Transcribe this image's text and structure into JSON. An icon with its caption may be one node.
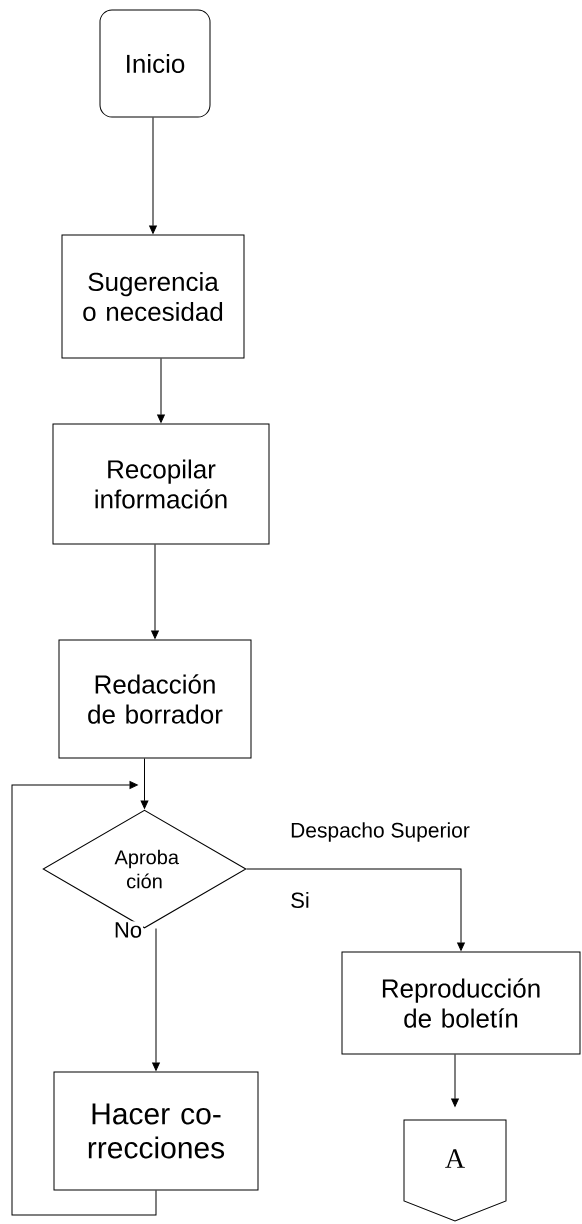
{
  "diagram": {
    "nodes": [
      {
        "text": [
          "Inicio"
        ]
      },
      {
        "text": [
          "Sugerencia o necesidad"
        ]
      },
      {
        "text": [
          "Recopilar información"
        ]
      },
      {
        "text": [
          "Redacción de borrador"
        ]
      },
      {
        "text": [
          "Aproba ción"
        ]
      },
      {
        "text": [
          "Hacer co- rrecciones"
        ]
      },
      {
        "text": [
          "Reproducción de boletín"
        ]
      },
      {
        "text": [
          "A"
        ]
      }
    ],
    "edges": [
      {
        "from": 0,
        "to": 1,
        "arrow": "to"
      },
      {
        "from": 1,
        "to": 2,
        "arrow": "to"
      },
      {
        "from": 2,
        "to": 3,
        "arrow": "to"
      },
      {
        "from": 3,
        "to": 4,
        "arrow": "to"
      },
      {
        "from": 4,
        "to": 6,
        "arrow": "to",
        "label": "Si"
      },
      {
        "from": 4,
        "to": 5,
        "arrow": "to",
        "label": "No"
      },
      {
        "from": 5,
        "to": 4,
        "arrow": "to"
      },
      {
        "from": 6,
        "to": 7,
        "arrow": "to"
      }
    ],
    "labels": [
      "Despacho Superior"
    ]
  }
}
